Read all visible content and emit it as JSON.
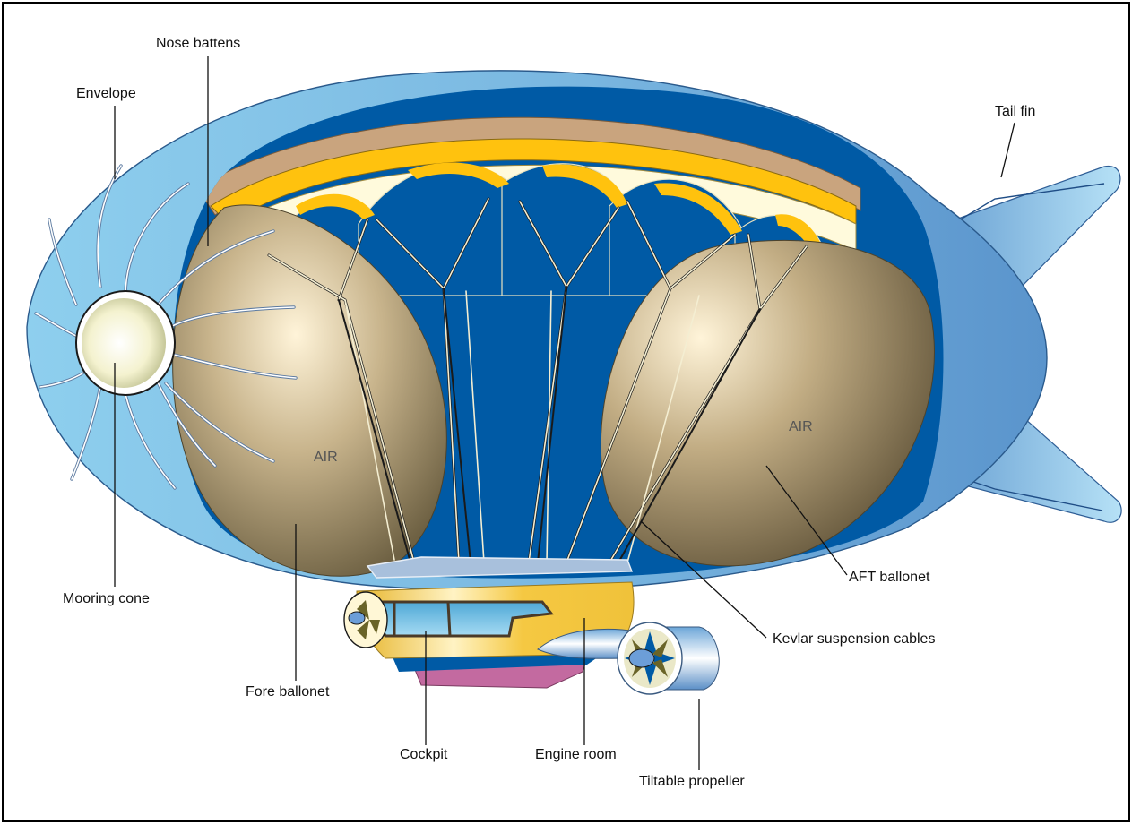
{
  "labels": {
    "nose_battens": "Nose battens",
    "envelope": "Envelope",
    "tail_fin": "Tail fin",
    "mooring_cone": "Mooring cone",
    "fore_ballonet": "Fore ballonet",
    "cockpit": "Cockpit",
    "engine_room": "Engine room",
    "tiltable_propeller": "Tiltable propeller",
    "kevlar_cables": "Kevlar suspension cables",
    "aft_ballonet": "AFT ballonet",
    "air_fore": "AIR",
    "air_aft": "AIR"
  },
  "colors": {
    "envelope_light": "#8ecfee",
    "envelope_dark": "#5a94cc",
    "hull_blue": "#005aa5",
    "ballonet": "#b8a882",
    "ballonet_highlight": "#fff4d9",
    "gold": "#ffc20e",
    "cream": "#fffadc",
    "tan": "#c9a47e",
    "gondola_yellow": "#f5c842",
    "gondola_pink": "#c36aa0"
  }
}
